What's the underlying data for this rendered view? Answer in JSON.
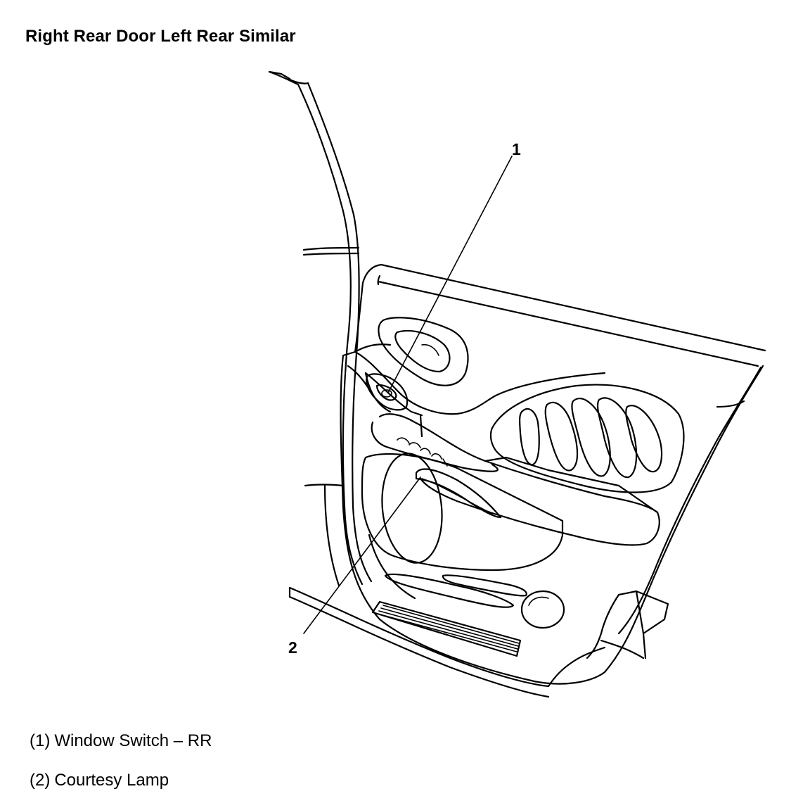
{
  "title": "Right Rear Door Left Rear Similar",
  "callouts": [
    {
      "number": "1",
      "label": "Window Switch – RR"
    },
    {
      "number": "2",
      "label": "Courtesy Lamp"
    }
  ],
  "legend": [
    {
      "number": "(1)",
      "label": "Window Switch – RR"
    },
    {
      "number": "(2)",
      "label": "Courtesy Lamp"
    }
  ]
}
